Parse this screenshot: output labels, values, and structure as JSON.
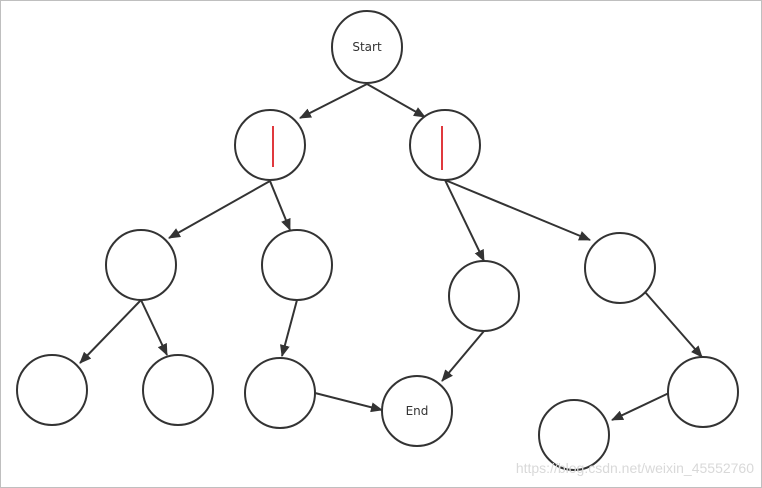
{
  "nodes": {
    "start": {
      "label": "Start"
    },
    "end": {
      "label": "End"
    }
  },
  "watermark": "https://blog.csdn.net/weixin_45552760",
  "colors": {
    "stroke": "#333333",
    "highlight_mark": "#e0393e"
  }
}
